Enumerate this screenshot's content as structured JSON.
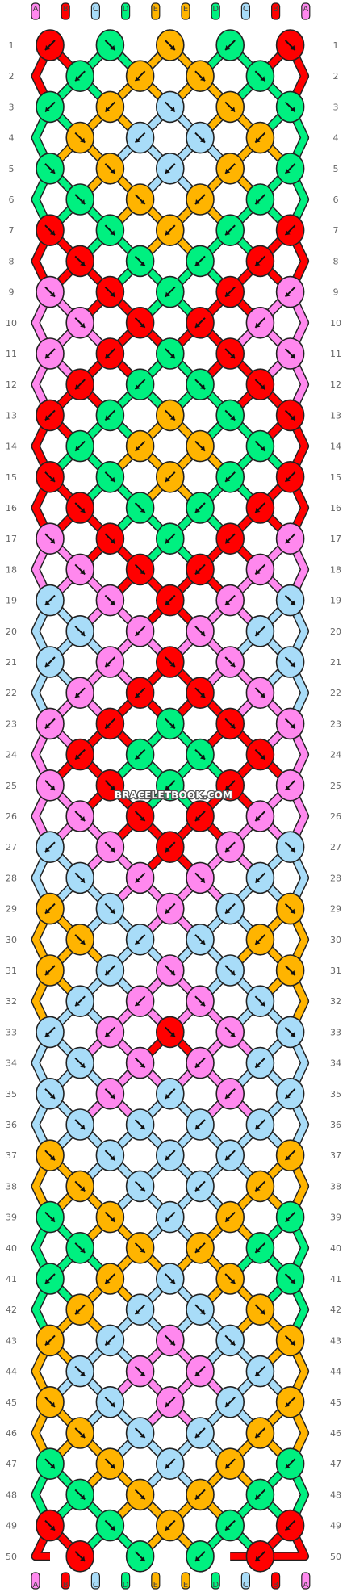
{
  "brand": "BRACELETBOOK.COM",
  "strand_letters": [
    "A",
    "B",
    "C",
    "D",
    "E",
    "E",
    "D",
    "C",
    "B",
    "A"
  ],
  "colors": {
    "A": "#ff88ee",
    "B": "#ff0000",
    "C": "#a8dcf8",
    "D": "#00f080",
    "E": "#ffb400"
  },
  "row_count": 50,
  "row_numbers": [
    "1",
    "2",
    "3",
    "4",
    "5",
    "6",
    "7",
    "8",
    "9",
    "10",
    "11",
    "12",
    "13",
    "14",
    "15",
    "16",
    "17",
    "18",
    "19",
    "20",
    "21",
    "22",
    "23",
    "24",
    "25",
    "26",
    "27",
    "28",
    "29",
    "30",
    "31",
    "32",
    "33",
    "34",
    "35",
    "36",
    "37",
    "38",
    "39",
    "40",
    "41",
    "42",
    "43",
    "44",
    "45",
    "46",
    "47",
    "48",
    "49",
    "50"
  ],
  "rows": [
    [
      "B<",
      "D>",
      "E>",
      "D<",
      "B>"
    ],
    [
      "D<",
      "E<",
      "E>",
      "D>"
    ],
    [
      "D<",
      "E<",
      "C>",
      "E>",
      "D>"
    ],
    [
      "E>",
      "C<",
      "C>",
      "E<"
    ],
    [
      "D>",
      "E>",
      "C<",
      "E<",
      "D<"
    ],
    [
      "D>",
      "E>",
      "E<",
      "D<"
    ],
    [
      "B>",
      "D>",
      "E<",
      "D<",
      "B<"
    ],
    [
      "B>",
      "D>",
      "D<",
      "B<"
    ],
    [
      "A>",
      "B>",
      "D<",
      "B<",
      "A<"
    ],
    [
      "A>",
      "B>",
      "B<",
      "A<"
    ],
    [
      "A<",
      "B<",
      "D>",
      "B>",
      "A>"
    ],
    [
      "B<",
      "D<",
      "D>",
      "B>"
    ],
    [
      "B<",
      "D<",
      "E>",
      "D>",
      "B>"
    ],
    [
      "D<",
      "E<",
      "E>",
      "D>"
    ],
    [
      "B>",
      "D>",
      "E<",
      "D<",
      "B<"
    ],
    [
      "B>",
      "D>",
      "D<",
      "B<"
    ],
    [
      "A>",
      "B>",
      "D<",
      "B<",
      "A<"
    ],
    [
      "A>",
      "B>",
      "B<",
      "A<"
    ],
    [
      "C<",
      "A>",
      "B<",
      "A<",
      "C>"
    ],
    [
      "C>",
      "A<",
      "A>",
      "C<"
    ],
    [
      "C<",
      "A<",
      "B>",
      "A>",
      "C>"
    ],
    [
      "A<",
      "B<",
      "B>",
      "A>"
    ],
    [
      "A<",
      "B<",
      "D>",
      "B>",
      "A>"
    ],
    [
      "B<",
      "D<",
      "D>",
      "B>"
    ],
    [
      "A>",
      "B>",
      "D<",
      "B<",
      "A<"
    ],
    [
      "A>",
      "B>",
      "B<",
      "A<"
    ],
    [
      "C<",
      "A>",
      "B<",
      "A<",
      "C>"
    ],
    [
      "C>",
      "A<",
      "A>",
      "C<"
    ],
    [
      "E<",
      "C>",
      "A<",
      "C<",
      "E>"
    ],
    [
      "E>",
      "C<",
      "C>",
      "E<"
    ],
    [
      "E<",
      "C<",
      "A>",
      "C>",
      "E>"
    ],
    [
      "C<",
      "A<",
      "A>",
      "C>"
    ],
    [
      "C<",
      "A<",
      "B>",
      "A>",
      "C>"
    ],
    [
      "C>",
      "A>",
      "A<",
      "C<"
    ],
    [
      "C>",
      "A>",
      "C<",
      "A<",
      "C<"
    ],
    [
      "C>",
      "C>",
      "C<",
      "C<"
    ],
    [
      "E>",
      "C>",
      "C<",
      "C<",
      "E<"
    ],
    [
      "E>",
      "C>",
      "C<",
      "E<"
    ],
    [
      "D>",
      "E>",
      "C<",
      "E<",
      "D<"
    ],
    [
      "D>",
      "E>",
      "E<",
      "D<"
    ],
    [
      "D<",
      "E<",
      "C>",
      "E>",
      "D>"
    ],
    [
      "E<",
      "C<",
      "C>",
      "E>"
    ],
    [
      "E<",
      "C<",
      "A>",
      "C>",
      "E>"
    ],
    [
      "C>",
      "A>",
      "A<",
      "C<"
    ],
    [
      "E>",
      "C>",
      "A<",
      "C<",
      "E<"
    ],
    [
      "E>",
      "C>",
      "C<",
      "E<"
    ],
    [
      "D>",
      "E>",
      "C<",
      "E<",
      "D<"
    ],
    [
      "D>",
      "E>",
      "E<",
      "D<"
    ],
    [
      "B>",
      "D>",
      "E<",
      "D<",
      "B<"
    ],
    [
      "B>",
      "D>",
      "D<",
      "B<"
    ]
  ]
}
